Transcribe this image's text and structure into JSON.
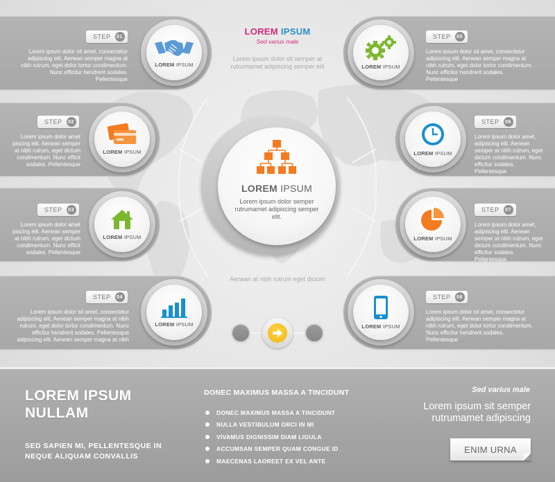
{
  "header": {
    "title_a": "LOREM",
    "title_b": "IPSUM",
    "subtitle": "Sed varius male",
    "text": "Lorem ipsum dolor sit semper at rutrumamet adipiscing semper elit"
  },
  "hub": {
    "title_bold": "LOREM",
    "title_light": "IPSUM",
    "text": "Lorem ipsum dolor semper rutrumamet adipiscing semper elit."
  },
  "lower_text": "Aenean at nibh rutrum eget dictum",
  "step_word": "STEP",
  "node_label_bold": "LOREM",
  "node_label_light": "IPSUM",
  "steps": [
    {
      "num": "01",
      "icon": "handshake-icon",
      "text": "Lorem ipsum dolor sit amet, consectetur adipiscing elit. Aenean semper magna at nibh rutrum, eget dolor tortor condimentum. Nunc efficitur hendrerit sodales. Pellentesque"
    },
    {
      "num": "02",
      "icon": "credit-cards-icon",
      "text": "Lorem ipsum dolor amet piscing elit. Aenean semper at nibh rutrum, eget dictum condimentum. Nunc efficit sodales. Pellentesque"
    },
    {
      "num": "03",
      "icon": "home-icon",
      "text": "Lorem ipsum dolor amet piscing elit. Aenean semper at nibh rutrum, eget dictum condimentum. Nunc efficit sodales. Pellentesque"
    },
    {
      "num": "04",
      "icon": "bar-chart-icon",
      "text": "Lorem ipsum dolor sit amet, consectetur adipiscing elit. Aenean semper magna at nibh rutrum, eget dolor tortor condimentum. Nunc efficitur hendrerit sodales. Pellentesque adipiscing elit. Aenean semper magna at nibh"
    },
    {
      "num": "05",
      "icon": "gears-icon",
      "text": "Lorem ipsum dolor sit amet, consectetur adipiscing elit. Aenean semper magna at nibh rutrum, eget dolor tortor condimentum. Nunc efficitur hendrerit sodales. Pellentesque"
    },
    {
      "num": "06",
      "icon": "clock-icon",
      "text": "Lorem ipsum dolor amet, adipiscing elit. Aenean semper at nibh rutrum, eget dictum condimentum. Nunc efficitur sodales. Pellentesque"
    },
    {
      "num": "07",
      "icon": "pie-chart-icon",
      "text": "Lorem ipsum dolor amet, adipiscing elit. Aenean semper at nibh rutrum, eget dictum condimentum. Nunc efficitur sodales. Pellentesque"
    },
    {
      "num": "08",
      "icon": "smartphone-icon",
      "text": "Lorem ipsum dolor sit amet, consectetur adipiscing elit. Aenean semper magna at nibh rutrum, eget dolor tortor condimentum. Nunc efficitur hendrerit sodales. Pellentesque"
    }
  ],
  "footer": {
    "title_line1": "LOREM IPSUM",
    "title_line2": "NULLAM",
    "sub_line1": "SED SAPIEN MI, PELLENTESQUE IN",
    "sub_line2": "NEQUE ALIQUAM CONVALLIS",
    "list_title": "DONEC MAXIMUS MASSA A TINCIDUNT",
    "list": [
      "DONEC MAXIMUS MASSA A TINCIDUNT",
      "NULLA VESTIBULUM ORCI IN MI",
      "VIVAMUS DIGNISSIM DIAM LIGULA",
      "ACCUMSAN SEMPER QUAM CONGUE ID",
      "MAECENAS LAOREET EX VEL ANTE"
    ],
    "right_title": "Sed varius male",
    "right_line1": "Lorem ipsum sit semper",
    "right_line2": "rutrumamet adipiscing",
    "button_label": "ENIM URNA"
  },
  "colors": {
    "magenta": "#d6297a",
    "blue": "#2b8fc6",
    "orange": "#f47b20",
    "green": "#7cb82f",
    "cyan": "#1a8fd0",
    "yellow": "#f3b60e"
  }
}
